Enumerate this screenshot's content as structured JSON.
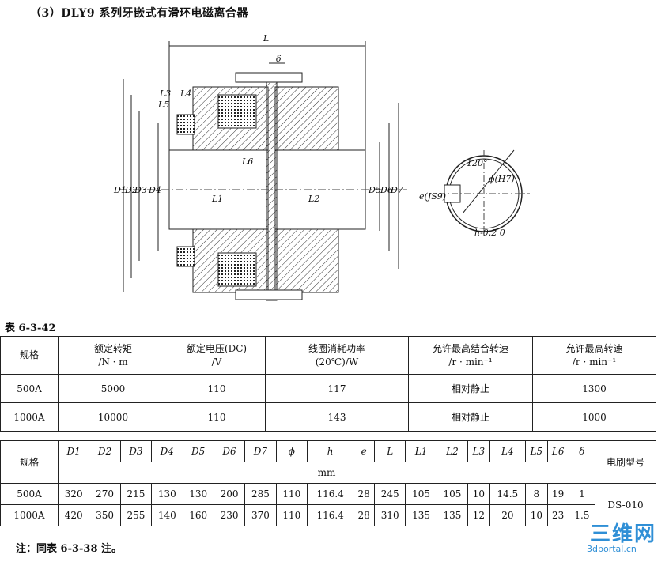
{
  "heading": "（3）DLY9 系列牙嵌式有滑环电磁离合器",
  "drawing_labels": {
    "L": "L",
    "delta": "δ",
    "L3": "L3",
    "L4": "L4",
    "L5": "L5",
    "L6": "L6",
    "L1": "L1",
    "L2": "L2",
    "D1": "D1",
    "D2": "D2",
    "D3": "D3",
    "D4": "D4",
    "D5": "D5",
    "D6": "D6",
    "D7": "D7",
    "angle": "120°",
    "bore": "ϕ(H7)",
    "key_e": "e(JS9)",
    "key_h": "h-0.2 0"
  },
  "table_title": "表 6-3-42",
  "table1": {
    "headers": [
      "规格",
      "额定转矩\n/N · m",
      "额定电压(DC)\n/V",
      "线圈消耗功率\n(20℃)/W",
      "允许最高结合转速\n/r · min⁻¹",
      "允许最高转速\n/r · min⁻¹"
    ],
    "rows": [
      [
        "500A",
        "5000",
        "110",
        "117",
        "相对静止",
        "1300"
      ],
      [
        "1000A",
        "10000",
        "110",
        "143",
        "相对静止",
        "1000"
      ]
    ]
  },
  "table2": {
    "spec_label": "规格",
    "columns": [
      "D1",
      "D2",
      "D3",
      "D4",
      "D5",
      "D6",
      "D7",
      "ϕ",
      "h",
      "e",
      "L",
      "L1",
      "L2",
      "L3",
      "L4",
      "L5",
      "L6",
      "δ"
    ],
    "unit": "mm",
    "brush_label": "电刷型号",
    "brush_value": "DS-010",
    "rows": [
      {
        "spec": "500A",
        "values": [
          "320",
          "270",
          "215",
          "130",
          "130",
          "200",
          "285",
          "110",
          "116.4",
          "28",
          "245",
          "105",
          "105",
          "10",
          "14.5",
          "8",
          "19",
          "1"
        ]
      },
      {
        "spec": "1000A",
        "values": [
          "420",
          "350",
          "255",
          "140",
          "160",
          "230",
          "370",
          "110",
          "116.4",
          "28",
          "310",
          "135",
          "135",
          "12",
          "20",
          "10",
          "23",
          "1.5"
        ]
      }
    ]
  },
  "note": "注：同表 6-3-38 注。",
  "watermark": {
    "logo": "三维网",
    "url": "3dportal.cn"
  }
}
